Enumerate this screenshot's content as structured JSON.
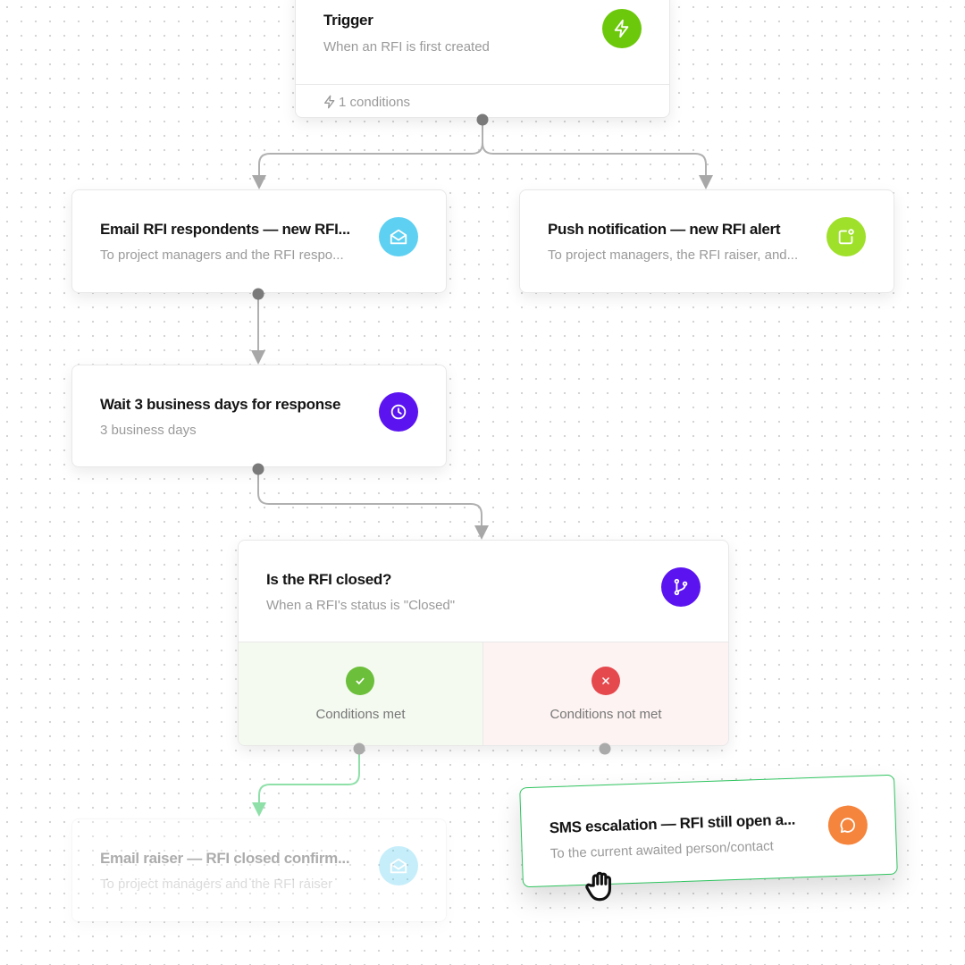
{
  "trigger": {
    "title": "Trigger",
    "subtitle": "When an RFI is first created",
    "footer": "1 conditions",
    "icon": "lightning-icon",
    "color": "#6cc80a"
  },
  "email_respondents": {
    "title": "Email RFI respondents — new RFI...",
    "subtitle": "To project managers and the RFI respo...",
    "icon": "envelope-icon",
    "color": "#5ed0f2"
  },
  "push": {
    "title": "Push notification — new RFI alert",
    "subtitle": "To project managers, the RFI raiser, and...",
    "icon": "notification-icon",
    "color": "#9fe02a"
  },
  "wait": {
    "title": "Wait 3 business days for response",
    "subtitle": "3 business days",
    "icon": "clock-icon",
    "color": "#5b14f0"
  },
  "condition": {
    "title": "Is the RFI closed?",
    "subtitle": "When a RFI's status is \"Closed\"",
    "icon": "branch-icon",
    "color": "#5b14f0",
    "met": "Conditions met",
    "not_met": "Conditions not met",
    "met_color": "#6cbf3a",
    "not_met_color": "#e5484d"
  },
  "email_raiser": {
    "title": "Email raiser — RFI closed confirm...",
    "subtitle": "To project managers and the RFI raiser",
    "icon": "envelope-icon",
    "color": "#5ed0f2"
  },
  "sms": {
    "title": "SMS escalation — RFI still open a...",
    "subtitle": "To the current awaited person/contact",
    "icon": "chat-bubble-icon",
    "color": "#f5843c",
    "border": "#2ec45e"
  }
}
